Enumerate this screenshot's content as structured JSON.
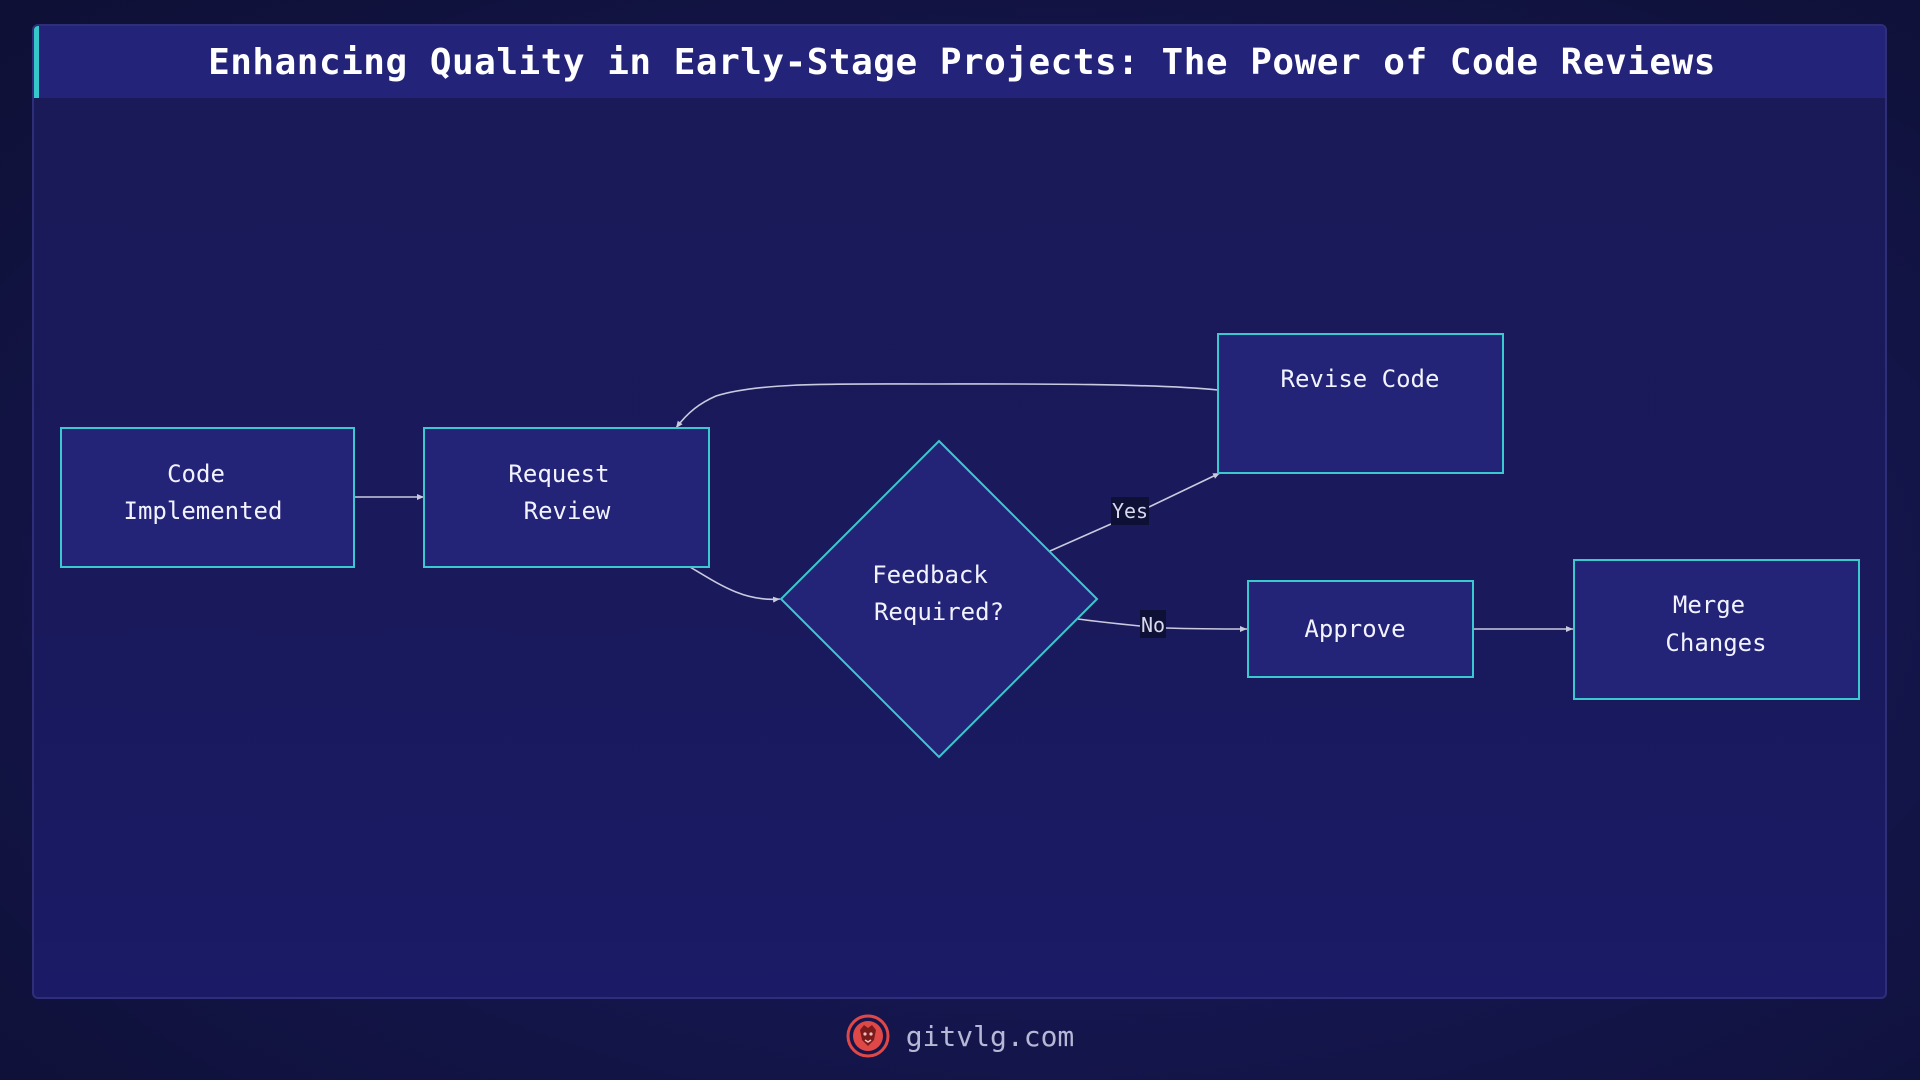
{
  "title": "Enhancing Quality in Early-Stage Projects: The Power of Code Reviews",
  "nodes": {
    "code_implemented": [
      "Code",
      "Implemented"
    ],
    "request_review": [
      "Request",
      "Review"
    ],
    "feedback_required": [
      "Feedback",
      "Required?"
    ],
    "revise_code": "Revise Code",
    "approve": "Approve",
    "merge_changes": [
      "Merge",
      "Changes"
    ]
  },
  "edges": {
    "yes_label": "Yes",
    "no_label": "No"
  },
  "footer": {
    "site": "gitvlg.com",
    "logo_icon": "lion-logo-icon"
  },
  "colors": {
    "node_fill": "#232378",
    "node_border": "#3cc8cf",
    "edge": "#c9cade",
    "accent": "#35c7c9",
    "logo": "#e04848"
  }
}
